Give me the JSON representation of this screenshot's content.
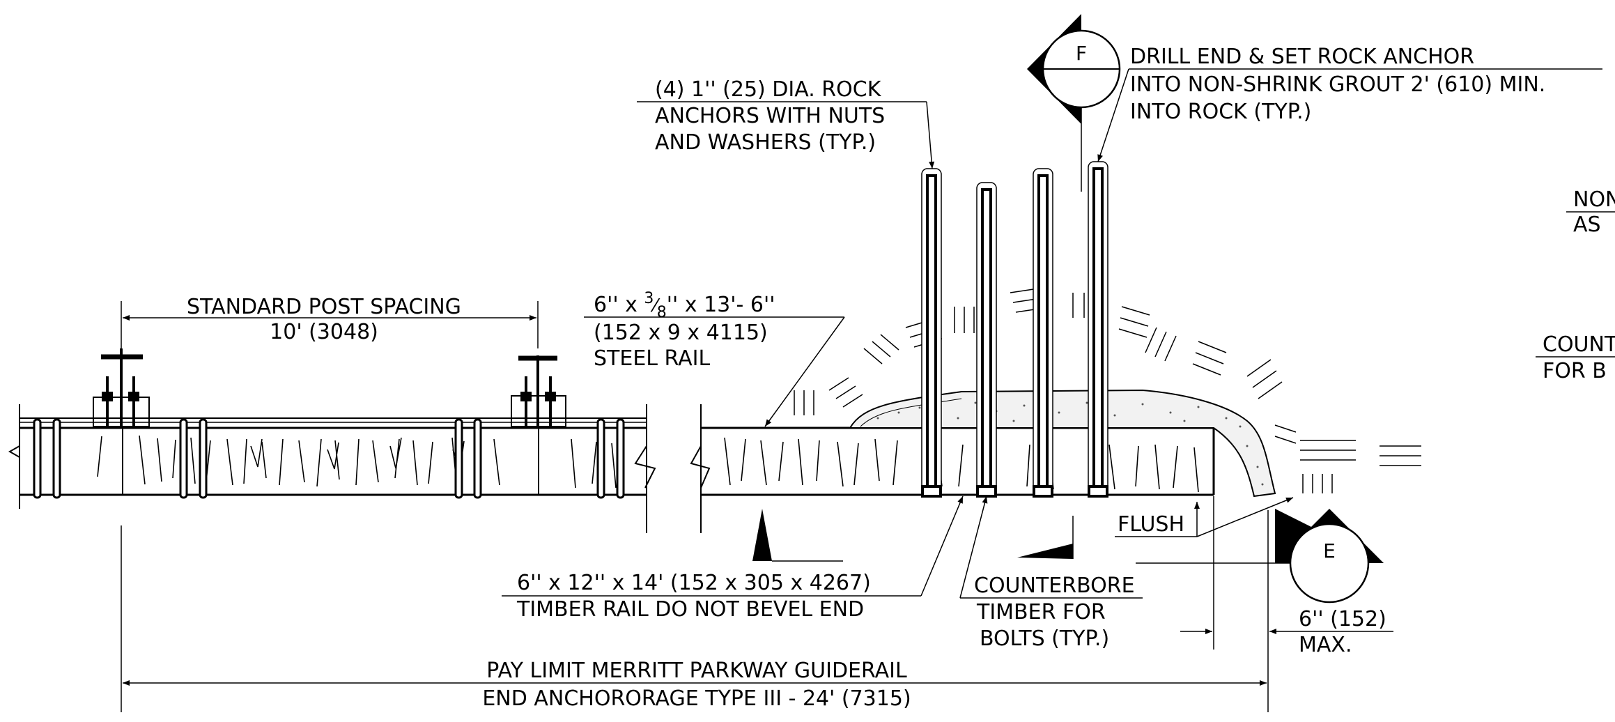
{
  "labels": {
    "std_spacing_1": "STANDARD  POST  SPACING",
    "std_spacing_2": "10' (3048)",
    "steel_1": "6'' x  ",
    "steel_frac_num": "3",
    "steel_frac_den": "8",
    "steel_1b": "'' x  13'- 6''",
    "steel_2": "(152  x  9  x  4115)",
    "steel_3": "STEEL  RAIL",
    "anchors_1": "(4)  1'' (25)  DIA.  ROCK",
    "anchors_2": "ANCHORS  WITH  NUTS",
    "anchors_3": "AND  WASHERS  (TYP.)",
    "drill_1": "DRILL  END  &  SET  ROCK  ANCHOR",
    "drill_2": "INTO  NON-SHRINK  GROUT  2' (610)  MIN.",
    "drill_3": "INTO  ROCK  (TYP.)",
    "right_1": "NON",
    "right_2": "AS",
    "right_3": "COUNT",
    "right_4": "FOR  B",
    "timber_1": "6'' x  12'' x  14' (152  x  305  x  4267)",
    "timber_2": "TIMBER  RAIL  DO  NOT  BEVEL  END",
    "flush": "FLUSH",
    "cbore_1": "COUNTERBORE",
    "cbore_2": "TIMBER  FOR",
    "cbore_3": "BOLTS  (TYP.)",
    "max_1": "6'' (152)",
    "max_2": "MAX.",
    "pay_1": "PAY  LIMIT  MERRITT  PARKWAY  GUIDERAIL",
    "pay_2": "END  ANCHORORAGE  TYPE  III  -   24' (7315)",
    "section_f": "F",
    "section_e": "E"
  }
}
